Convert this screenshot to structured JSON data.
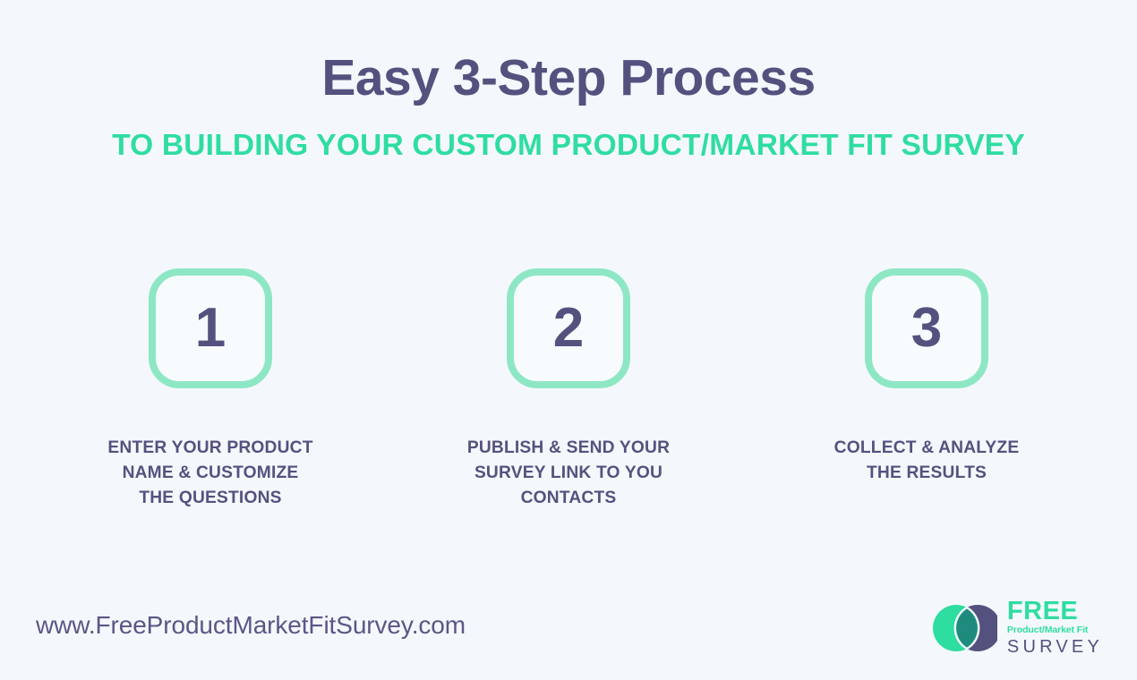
{
  "colors": {
    "background": "#f4f8fc",
    "purple": "#55517f",
    "green": "#2fdda1",
    "mint_border": "#8ee7c4",
    "box_fill": "#f7fbfd",
    "logo_overlap": "#1f8b7e"
  },
  "heading": {
    "title": "Easy 3-Step Process",
    "subtitle": "TO BUILDING YOUR CUSTOM PRODUCT/MARKET FIT SURVEY"
  },
  "steps": [
    {
      "number": "1",
      "label": "ENTER YOUR PRODUCT\nNAME & CUSTOMIZE\nTHE QUESTIONS"
    },
    {
      "number": "2",
      "label": "PUBLISH & SEND YOUR\nSURVEY LINK TO YOU\nCONTACTS"
    },
    {
      "number": "3",
      "label": "COLLECT & ANALYZE\nTHE RESULTS"
    }
  ],
  "footer": {
    "url": "www.FreeProductMarketFitSurvey.com",
    "logo": {
      "mark": "two-overlapping-circles-icon",
      "line1": "FREE",
      "line2": "Product/Market Fit",
      "line3": "SURVEY"
    }
  }
}
